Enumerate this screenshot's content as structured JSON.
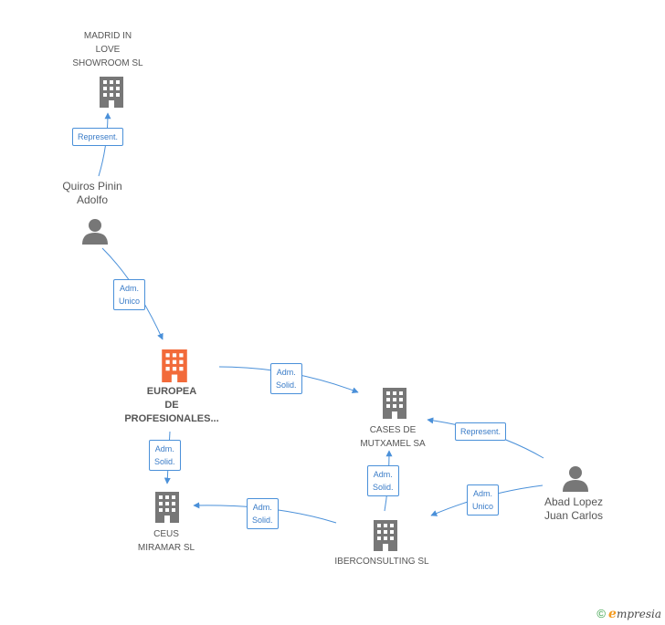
{
  "nodes": {
    "madrid": {
      "label_lines": [
        "MADRID IN",
        "LOVE",
        "SHOWROOM SL"
      ],
      "icon": "building-icon",
      "color": "#777777"
    },
    "quiros": {
      "label_lines": [
        "Quiros Pinin",
        "Adolfo"
      ],
      "icon": "person-icon",
      "color": "#777777"
    },
    "europea": {
      "label_lines": [
        "EUROPEA",
        "DE",
        "PROFESIONALES..."
      ],
      "icon": "building-icon",
      "color": "#f26a3a"
    },
    "cases": {
      "label_lines": [
        "CASES DE",
        "MUTXAMEL SA"
      ],
      "icon": "building-icon",
      "color": "#777777"
    },
    "abad": {
      "label_lines": [
        "Abad Lopez",
        "Juan Carlos"
      ],
      "icon": "person-icon",
      "color": "#777777"
    },
    "ceus": {
      "label_lines": [
        "CEUS",
        "MIRAMAR SL"
      ],
      "icon": "building-icon",
      "color": "#777777"
    },
    "iberconsulting": {
      "label_lines": [
        "IBERCONSULTING SL"
      ],
      "icon": "building-icon",
      "color": "#777777"
    }
  },
  "edges": {
    "quiros_madrid": [
      "Represent."
    ],
    "quiros_europea": [
      "Adm.",
      "Unico"
    ],
    "europea_cases": [
      "Adm.",
      "Solid."
    ],
    "europea_ceus": [
      "Adm.",
      "Solid."
    ],
    "abad_cases": [
      "Represent."
    ],
    "abad_iberconsulting": [
      "Adm.",
      "Unico"
    ],
    "iberconsulting_cases": [
      "Adm.",
      "Solid."
    ],
    "iberconsulting_ceus": [
      "Adm.",
      "Solid."
    ]
  },
  "footer": {
    "copyright": "©",
    "brand_initial": "e",
    "brand_rest": "mpresia"
  },
  "colors": {
    "edge": "#4a90d9",
    "focus": "#f26a3a",
    "node": "#777777"
  }
}
